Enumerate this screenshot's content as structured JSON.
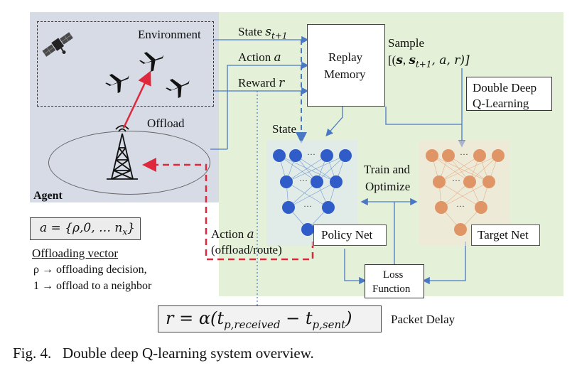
{
  "environment": {
    "label": "Environment"
  },
  "agent": {
    "label": "Agent",
    "offload_label": "Offload"
  },
  "signals": {
    "state_prefix": "State ",
    "state_symbol": "s",
    "state_sub": "t+1",
    "action_prefix": "Action ",
    "action_symbol": "a",
    "reward_prefix": "Reward ",
    "reward_symbol": "r",
    "state_to_policy": "State"
  },
  "replay_memory": {
    "line1": "Replay",
    "line2": "Memory"
  },
  "sample": {
    "title": "Sample",
    "tuple_open": "[(",
    "s": "s",
    "s_next": "s",
    "s_next_sub": "t+1",
    "rest": ", a, r)]"
  },
  "ddql": {
    "line1": "Double Deep",
    "line2": "Q-Learning"
  },
  "train": {
    "line1": "Train and",
    "line2": "Optimize"
  },
  "policy_net": {
    "label": "Policy Net"
  },
  "target_net": {
    "label": "Target Net"
  },
  "loss": {
    "line1": "Loss",
    "line2": "Function"
  },
  "action_out": {
    "line1_prefix": "Action ",
    "line1_symbol": "a",
    "line2": "(offload/route)"
  },
  "offload_vector": {
    "formula_prefix": "a = {ρ,0, … n",
    "formula_sub": "x",
    "formula_suffix": "}",
    "title": "Offloading vector",
    "item1": "ρ → offloading decision,",
    "item2": "1 → offload to a neighbor"
  },
  "reward_eq": {
    "lhs": "r = α(t",
    "sub1": "p,received",
    "mid": " − t",
    "sub2": "p,sent",
    "rhs": ")",
    "caption": "Packet Delay"
  },
  "figure_caption": "Fig. 4.   Double deep Q-learning system overview.",
  "colors": {
    "agent_bg": "#d6dbe6",
    "green_bg": "#e4f0d8",
    "policy_node": "#2f5cc8",
    "target_node": "#e09566",
    "arrow_blue": "#4a78c4",
    "offload_red": "#e0283c"
  }
}
